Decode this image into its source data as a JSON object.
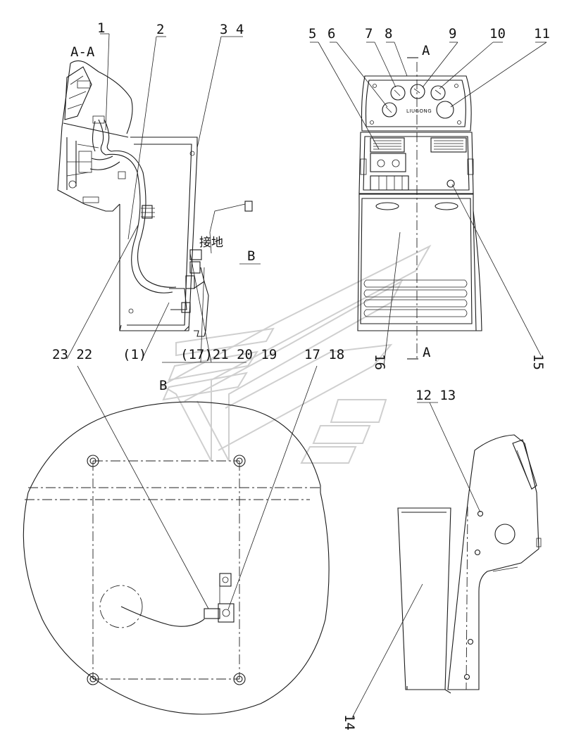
{
  "labels": {
    "p1": "1",
    "p2": "2",
    "p3_4": "3 4",
    "p5": "5",
    "p6": "6",
    "p7": "7",
    "p8": "8",
    "p9": "9",
    "p10": "10",
    "p11": "11",
    "p12_13": "12 13",
    "p14": "14",
    "p15": "15",
    "p16": "16",
    "p17_18": "17 18",
    "p17_21_20_19": "(17)21 20 19",
    "p1_paren": "(1)",
    "p23_22": "23 22"
  },
  "section": {
    "aa_title": "A-A",
    "a_top": "A",
    "a_bottom": "A"
  },
  "view": {
    "b_label": "B",
    "b_view": "B"
  },
  "annotation": {
    "ground": "接地"
  },
  "panel": {
    "brand": "LIUGONG"
  }
}
